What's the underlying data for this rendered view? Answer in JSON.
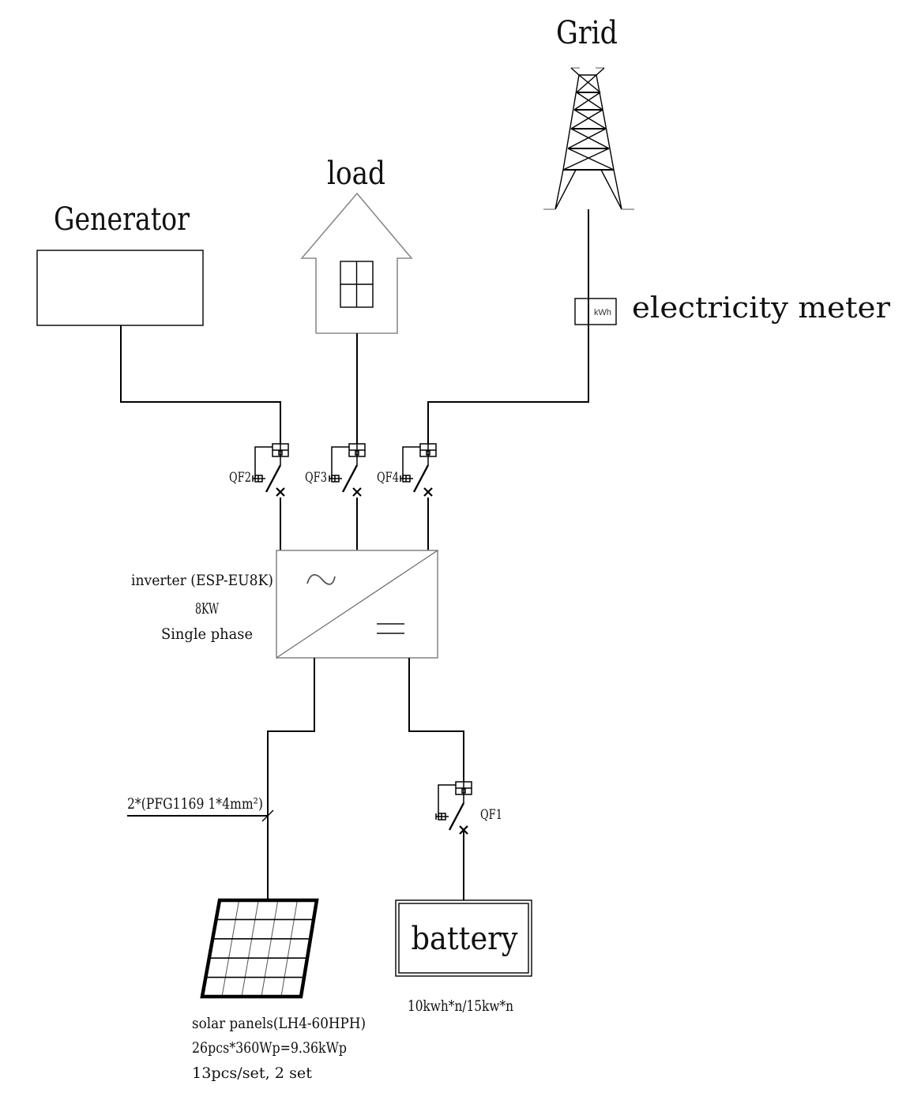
{
  "diagram": {
    "title": "Hybrid solar system single-line diagram",
    "nodes": {
      "grid": {
        "label": "Grid"
      },
      "load": {
        "label": "load"
      },
      "generator": {
        "label": "Generator"
      },
      "meter": {
        "label": "electricity meter",
        "unit": "kWh"
      },
      "inverter": {
        "line1": "inverter (ESP-EU8K)",
        "line2": "8KW",
        "line3": "Single phase",
        "ac_symbol": "~",
        "dc_symbol": "="
      },
      "battery": {
        "label": "battery",
        "spec": "10kwh*n/15kw*n"
      },
      "solar": {
        "line1": "solar panels(LH4-60HPH)",
        "line2": "26pcs*360Wp=9.36kWp",
        "line3": "13pcs/set, 2 set"
      },
      "cable": {
        "label": "2*(PFG1169 1*4mm²)"
      }
    },
    "breakers": [
      {
        "id": "QF2",
        "label": "QF2",
        "connects": "generator"
      },
      {
        "id": "QF3",
        "label": "QF3",
        "connects": "load"
      },
      {
        "id": "QF4",
        "label": "QF4",
        "connects": "grid"
      },
      {
        "id": "QF1",
        "label": "QF1",
        "connects": "battery"
      }
    ],
    "edges": [
      {
        "from": "generator",
        "to": "QF2"
      },
      {
        "from": "load",
        "to": "QF3"
      },
      {
        "from": "grid",
        "to": "meter"
      },
      {
        "from": "meter",
        "to": "QF4"
      },
      {
        "from": "QF2",
        "to": "inverter"
      },
      {
        "from": "QF3",
        "to": "inverter"
      },
      {
        "from": "QF4",
        "to": "inverter"
      },
      {
        "from": "inverter",
        "to": "solar"
      },
      {
        "from": "inverter",
        "to": "QF1"
      },
      {
        "from": "QF1",
        "to": "battery"
      }
    ]
  }
}
